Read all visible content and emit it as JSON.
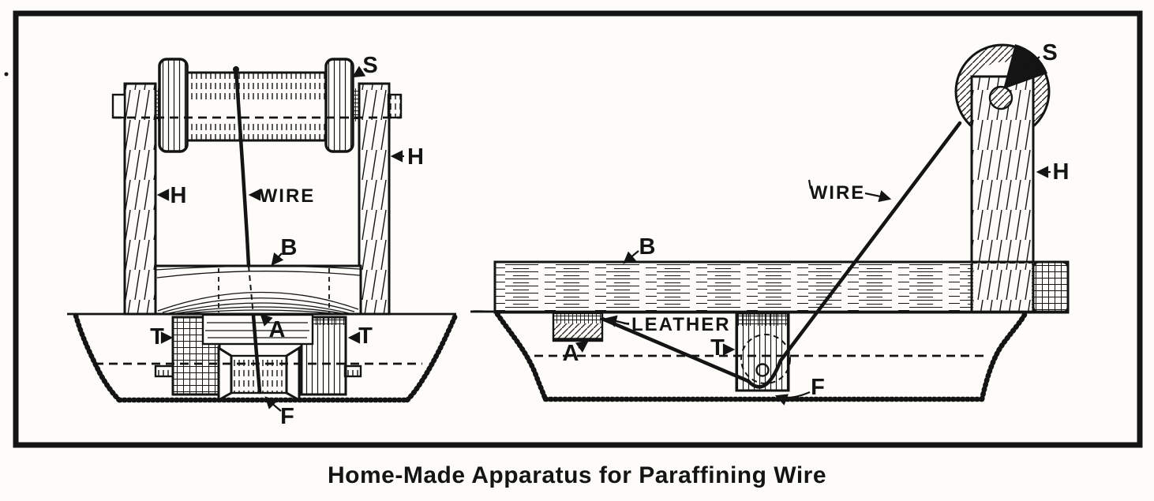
{
  "figure": {
    "caption": "Home-Made Apparatus for Paraffining Wire",
    "ink_color": "#141414",
    "paper_color": "#fdfcf8"
  },
  "left_view": {
    "labels": {
      "spool": "S",
      "post_left": "H",
      "post_right": "H",
      "wire": "WIRE",
      "board": "B",
      "block": "A",
      "trough_block_left": "T",
      "trough_block_right": "T",
      "pulley": "F"
    }
  },
  "right_view": {
    "labels": {
      "spool": "S",
      "post": "H",
      "wire": "WIRE",
      "board": "B",
      "block": "A",
      "leather": "LEATHER",
      "trough_block": "T",
      "pulley": "F"
    }
  }
}
